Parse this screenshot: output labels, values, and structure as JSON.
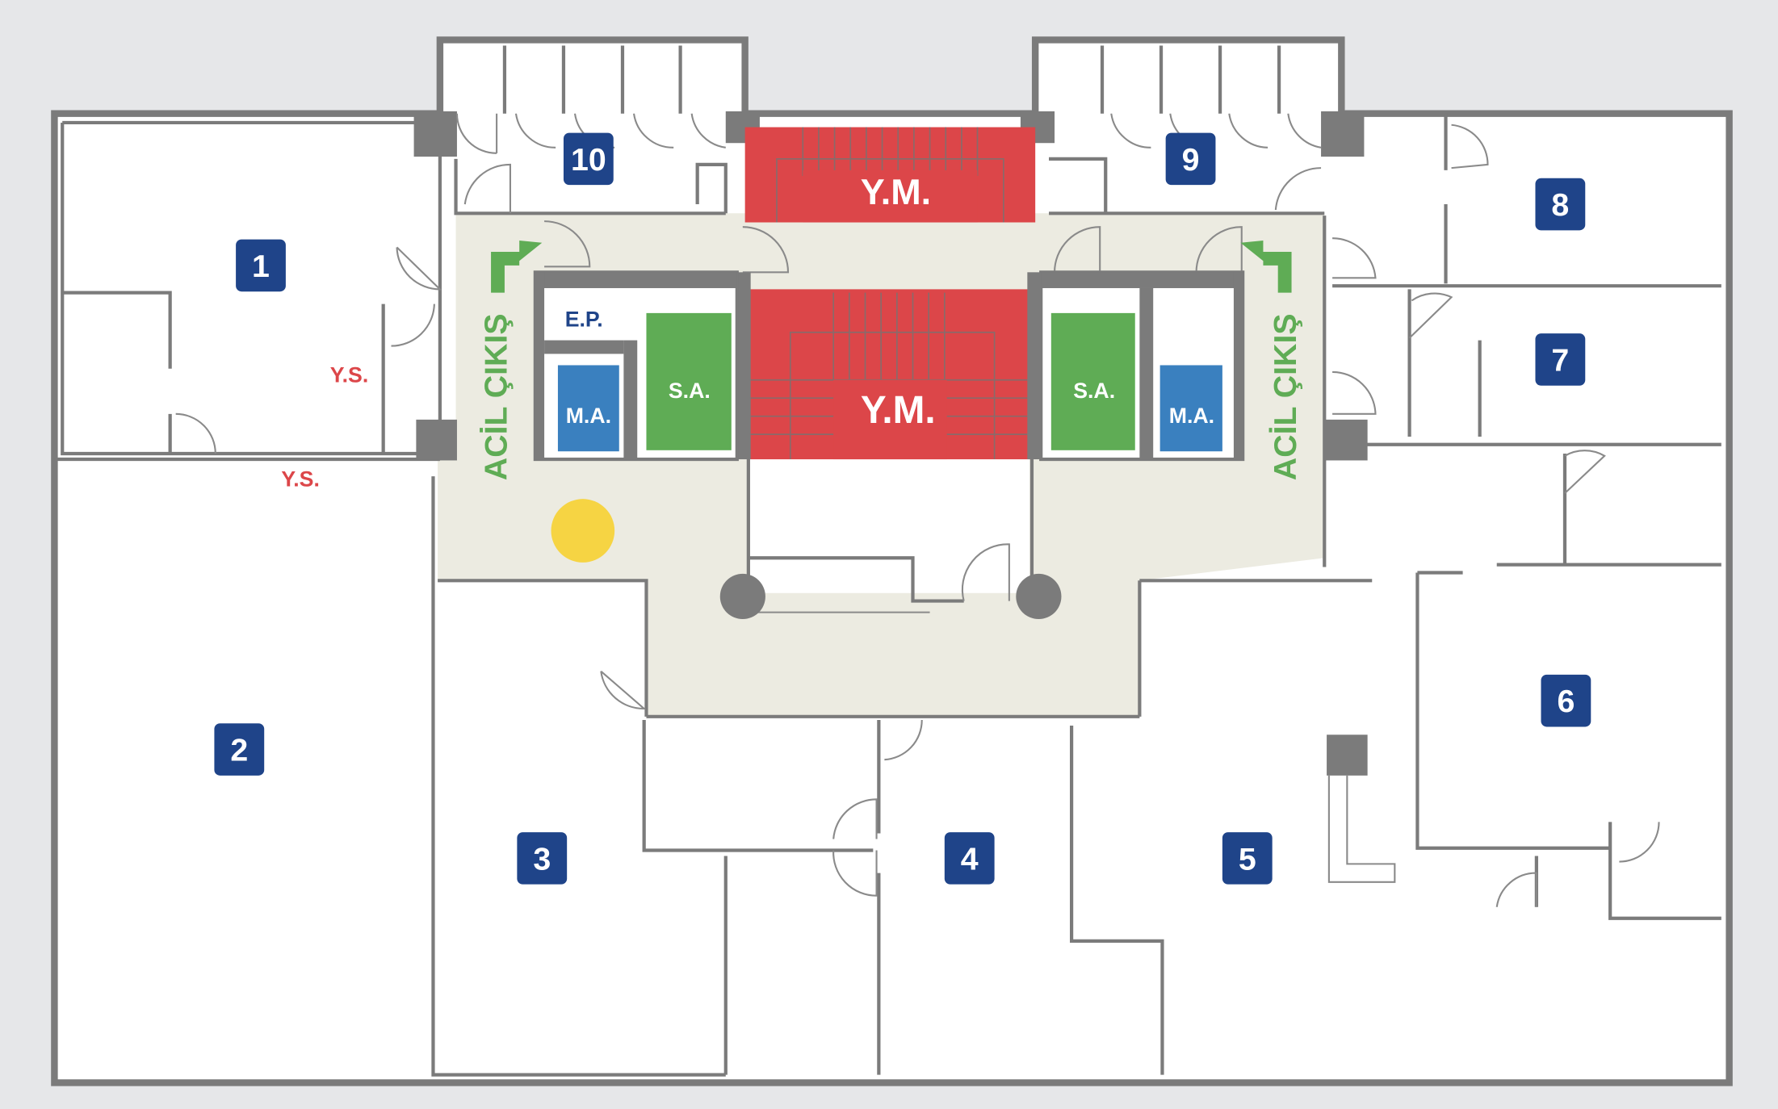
{
  "floor_plan": {
    "rooms": [
      {
        "number": "1"
      },
      {
        "number": "2"
      },
      {
        "number": "3"
      },
      {
        "number": "4"
      },
      {
        "number": "5"
      },
      {
        "number": "6"
      },
      {
        "number": "7"
      },
      {
        "number": "8"
      },
      {
        "number": "9"
      },
      {
        "number": "10"
      }
    ],
    "labels": {
      "fire_stairs": "Y.M.",
      "freight_elevator": "S.A.",
      "passenger_elevator": "M.A.",
      "electrical_panel": "E.P.",
      "emergency_exit": "ACİL ÇIKIŞ",
      "ys": "Y.S."
    },
    "colors": {
      "background": "#e6e7e9",
      "floor": "#ffffff",
      "corridor": "#ecebe1",
      "wall": "#7b7b7b",
      "stairs": "#dc4649",
      "freight_elevator": "#5fac55",
      "passenger_elevator": "#3a80bf",
      "room_badge": "#1f4489",
      "exit_arrow": "#5fac55",
      "location_marker": "#f6d443"
    },
    "location_marker": "current-location"
  }
}
